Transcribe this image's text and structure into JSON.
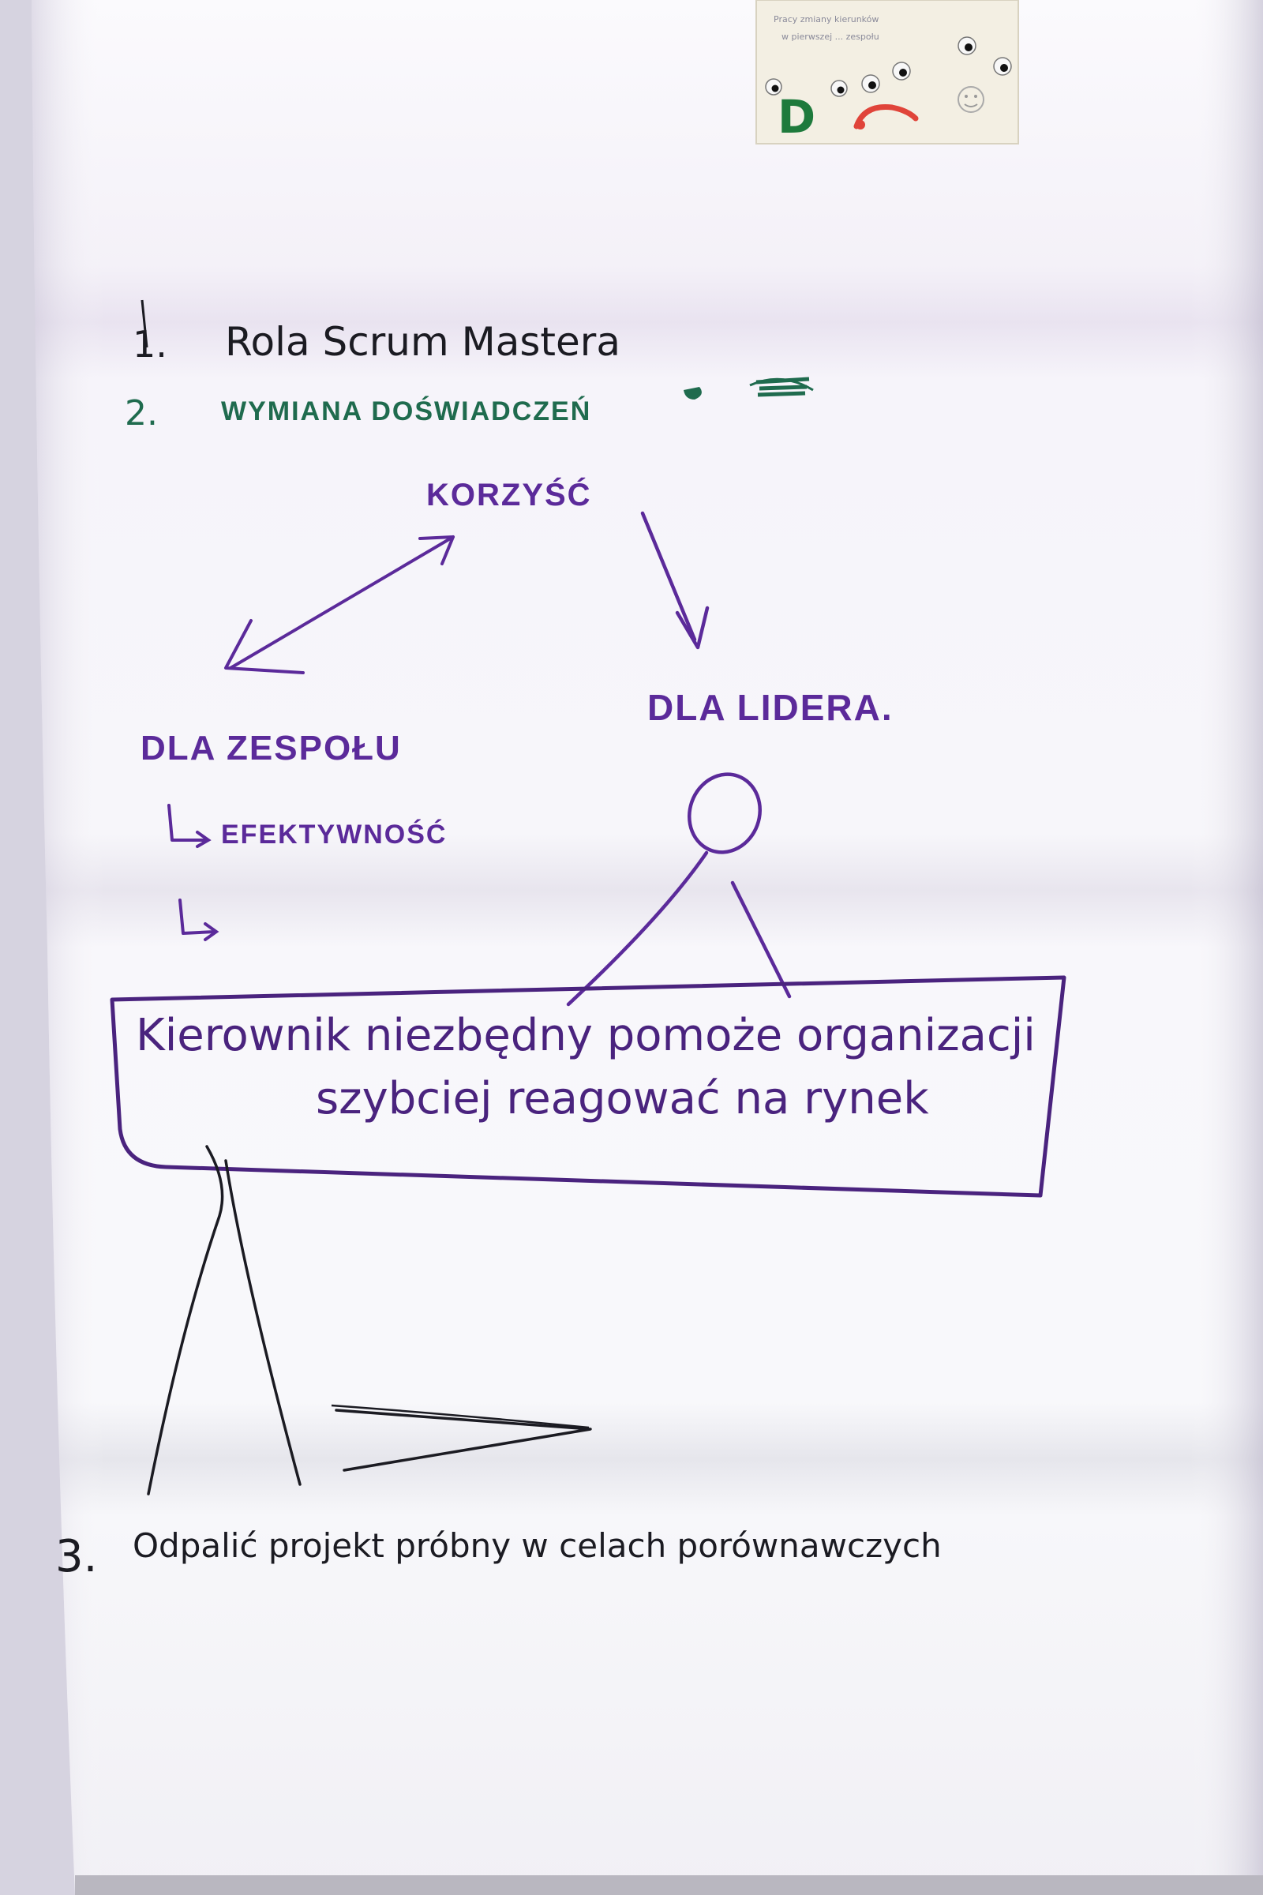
{
  "flipchart": {
    "items": {
      "item_1": {
        "number": "1.",
        "text": "Rola Scrum Mastera"
      },
      "item_2": {
        "number": "2.",
        "text": "WYMIANA DOŚWIADCZEŃ"
      },
      "item_3": {
        "number": "3.",
        "text": "Odpalić projekt próbny w celach porównawczych"
      }
    },
    "diagram": {
      "top_node": "KORZYŚĆ",
      "left_node": "DLA ZESPOŁU",
      "left_sub": "EFEKTYWNOŚĆ",
      "right_node": "DLA LIDERA.",
      "box_line_1": "Kierownik niezbędny pomoże organizacji",
      "box_line_2": "szybciej reagować na rynek"
    }
  },
  "sticky_note": {
    "letter": "D",
    "small_text_1": "Pracy zmiany kierunków",
    "small_text_2": "w pierwszej ... zespołu"
  },
  "colors": {
    "paper": "#f8f7fb",
    "purple_marker": "#5b2a9a",
    "green_marker": "#1f6b4e",
    "black_marker": "#1b1b22",
    "sticky_note": "#f3efe3",
    "sticky_letter": "#1e7a3c",
    "sticky_smile": "#e0443a"
  }
}
